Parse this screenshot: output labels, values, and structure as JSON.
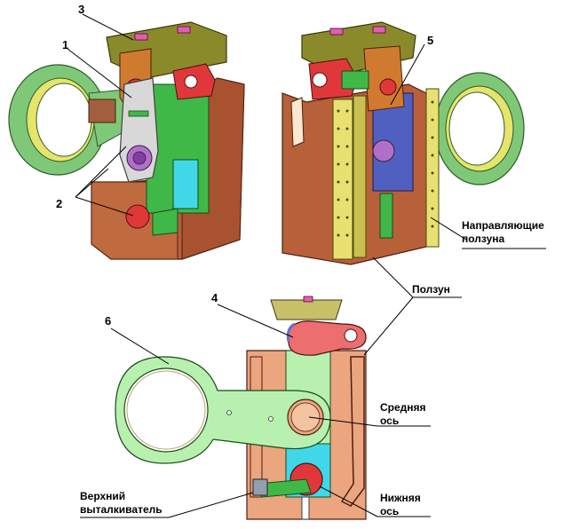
{
  "labels": {
    "num1": "1",
    "num2": "2",
    "num3": "3",
    "num4": "4",
    "num5": "5",
    "num6": "6",
    "guides_line1": "Направляющие",
    "guides_line2": "ползуна",
    "slider": "Ползун",
    "middle_axis_line1": "Средняя",
    "middle_axis_line2": "ось",
    "lower_axis_line1": "Нижняя",
    "lower_axis_line2": "ось",
    "ejector_line1": "Верхний",
    "ejector_line2": "выталкиватель"
  },
  "colors": {
    "body_brown": "#b8603a",
    "body_light": "#eba57f",
    "olive": "#8a8a2a",
    "ring_green": "#7fc878",
    "ring_inner": "#e6e46a",
    "link_silver": "#d8d8d8",
    "red_axis": "#e0383a",
    "green_part": "#3fb848",
    "cyan_part": "#40d8e8",
    "purple_part": "#b070c8",
    "light_green": "#b8f0b0"
  }
}
